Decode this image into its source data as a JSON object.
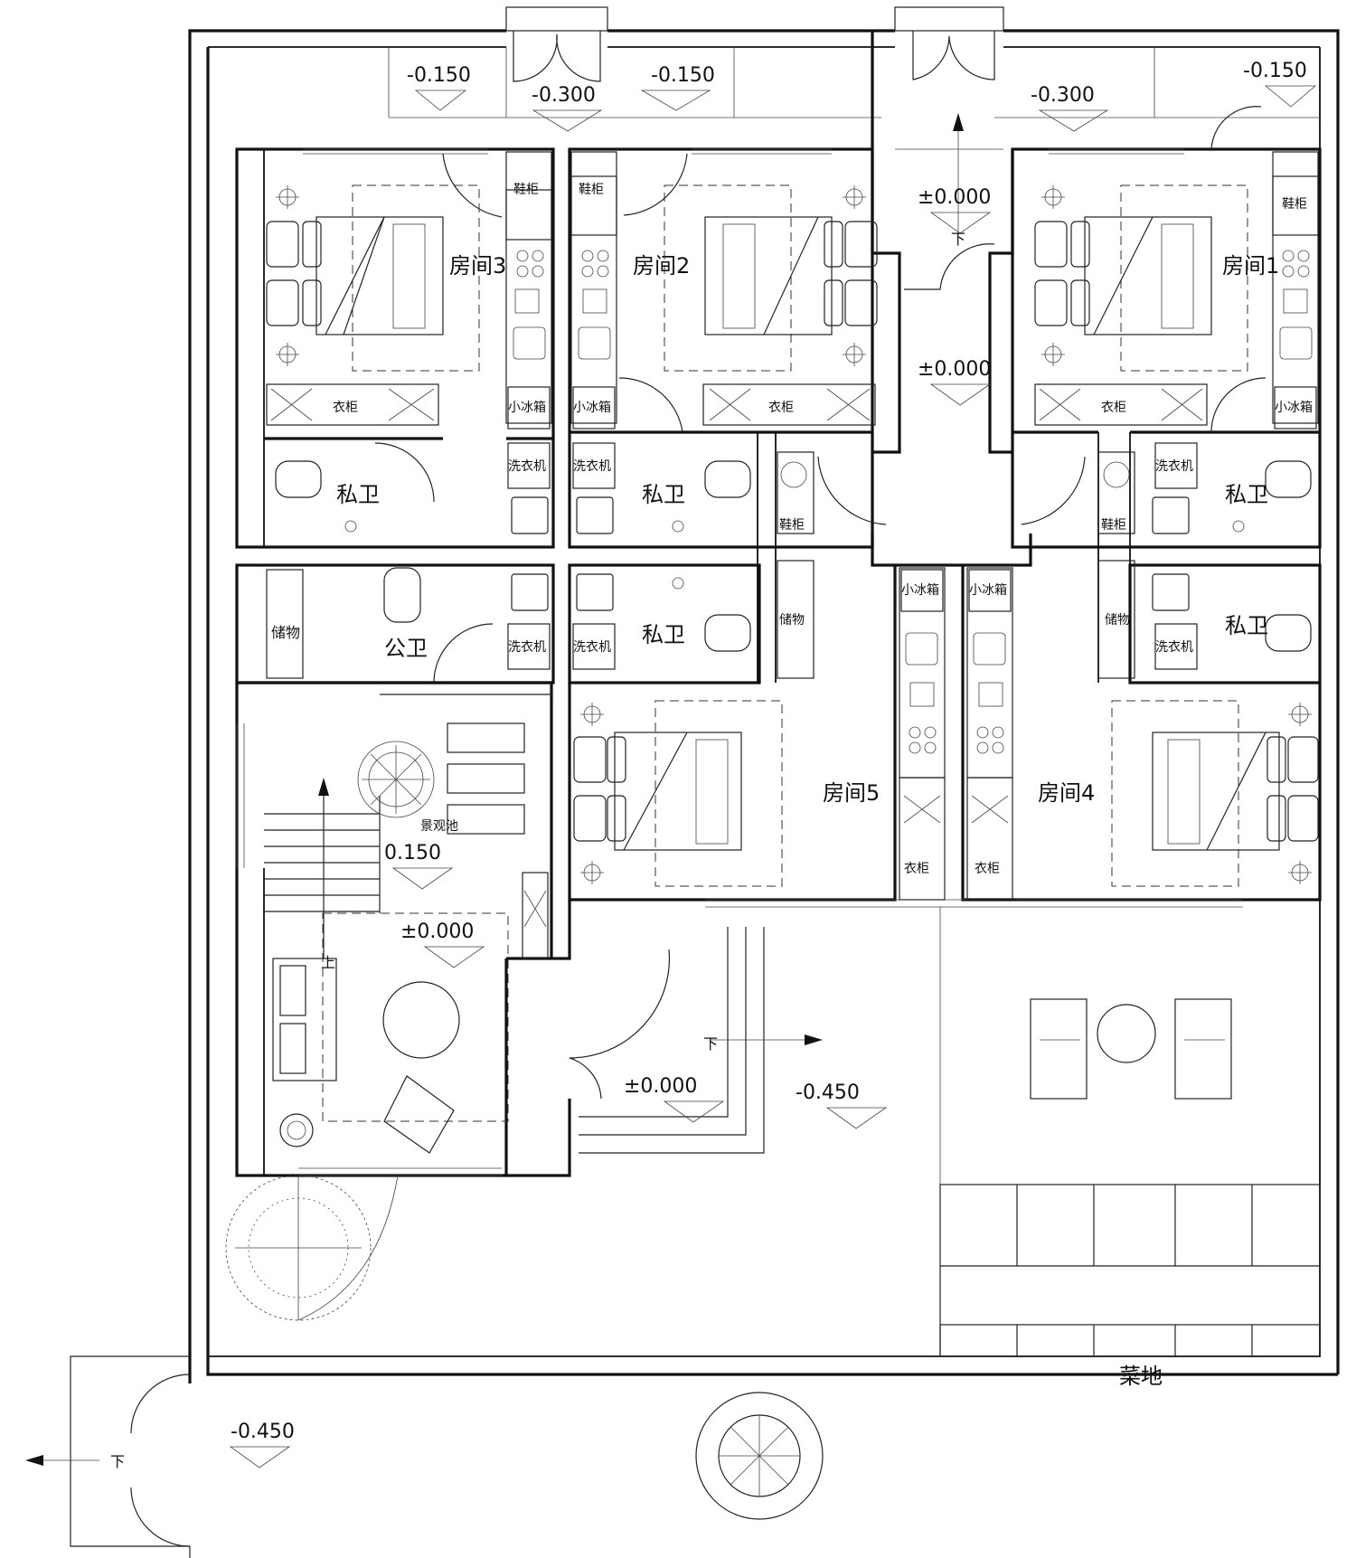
{
  "rooms": {
    "room1": "房间1",
    "room2": "房间2",
    "room3": "房间3",
    "room4": "房间4",
    "room5": "房间5",
    "private_bath": "私卫",
    "public_bath": "公卫",
    "storage": "储物",
    "garden_plot": "菜地",
    "landscape_pool": "景观池"
  },
  "furniture": {
    "shoe_cabinet": "鞋柜",
    "wardrobe": "衣柜",
    "mini_fridge": "小冰箱",
    "washer": "洗衣机"
  },
  "levels": {
    "m0150": "-0.150",
    "m0300": "-0.300",
    "m0450": "-0.450",
    "zero": "±0.000",
    "p0150": "0.150"
  },
  "stairs": {
    "down": "下",
    "up": "上"
  }
}
